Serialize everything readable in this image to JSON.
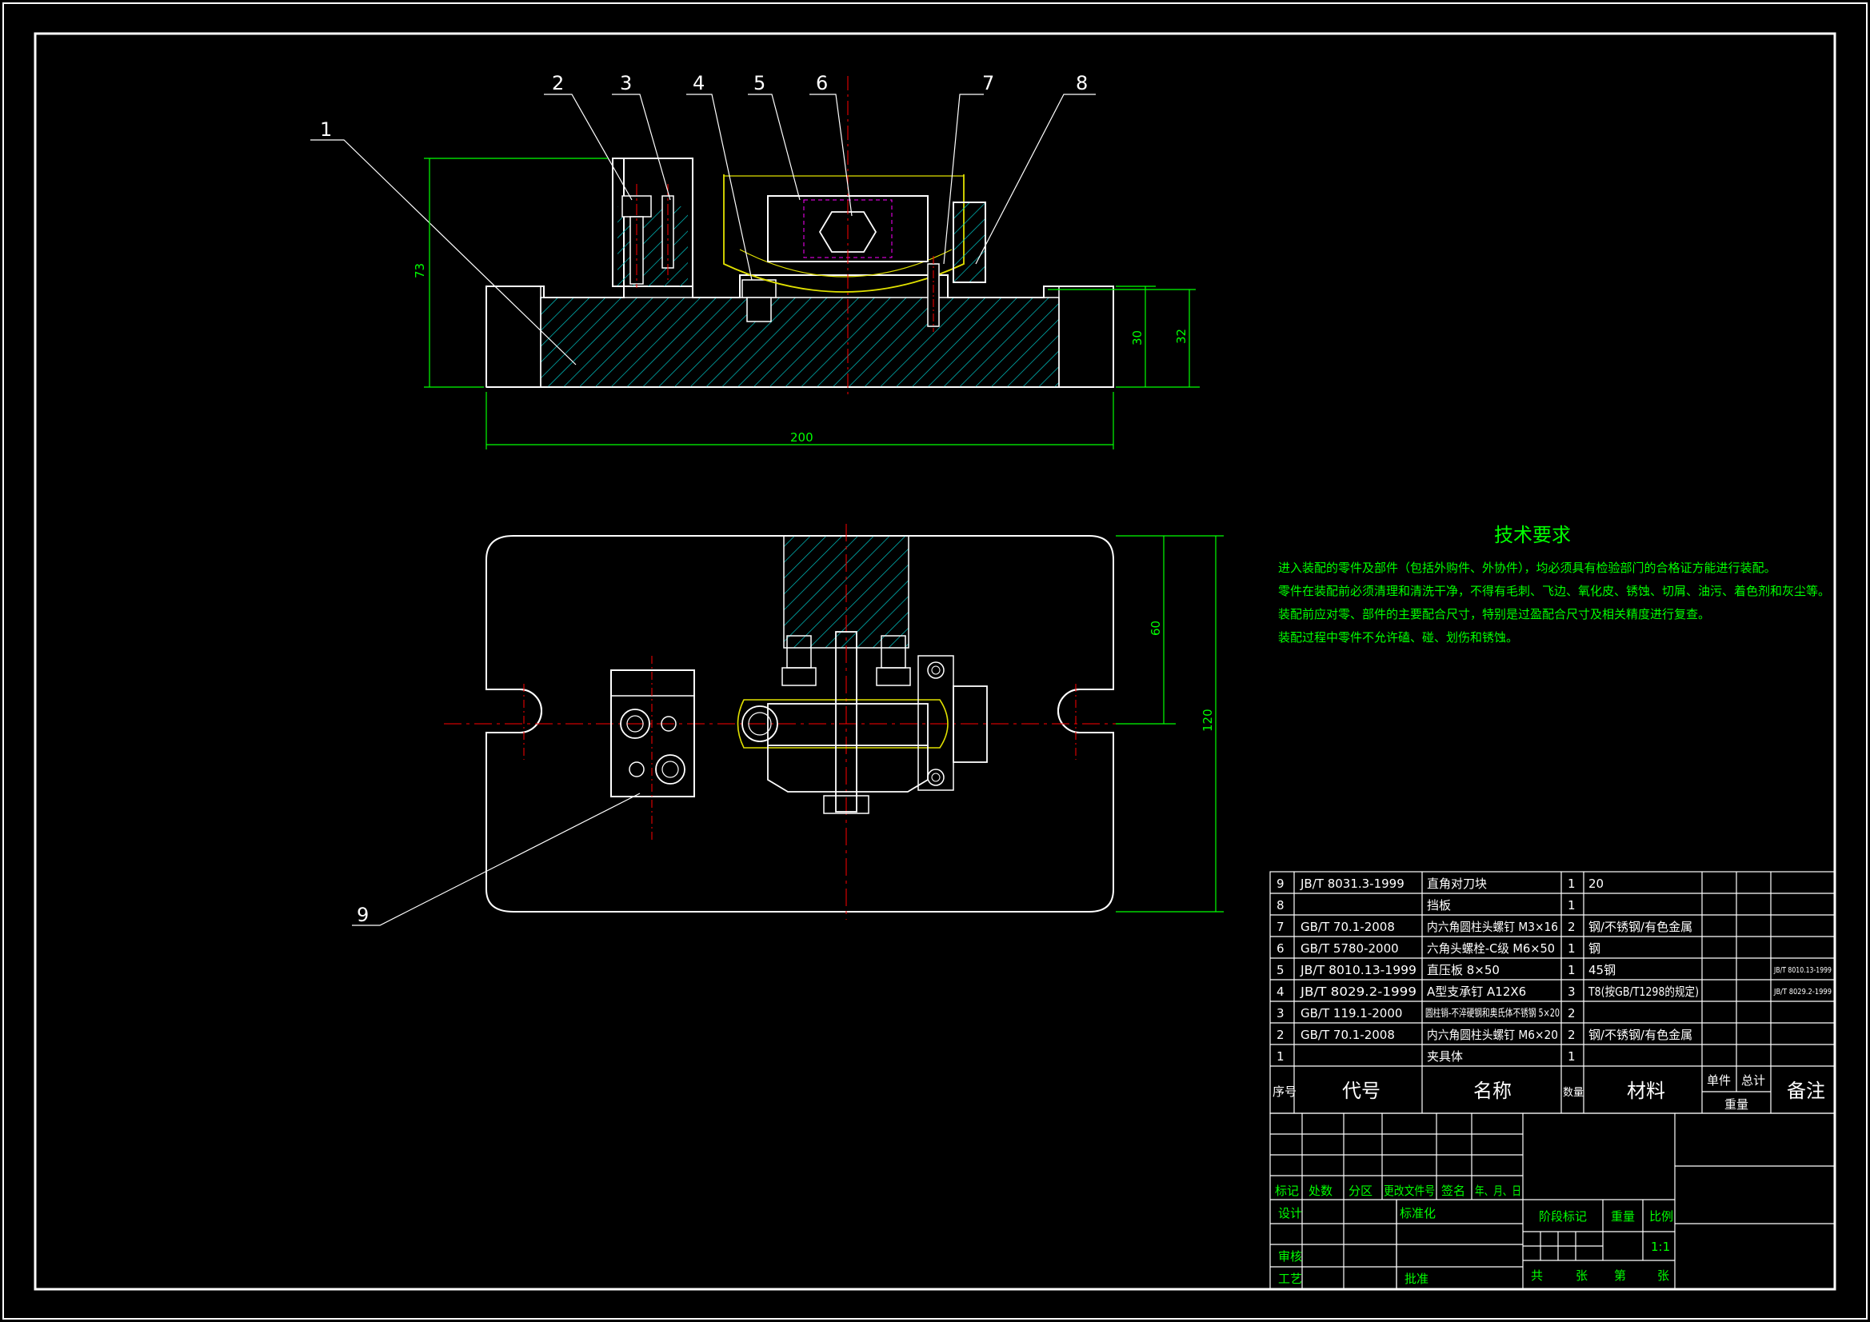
{
  "colors": {
    "background": "#000000",
    "outline": "#ffffff",
    "hatch": "#00c8c8",
    "centerline": "#ff0000",
    "dimension": "#00ff00",
    "hidden": "#ff00ff",
    "yellow": "#e0e000",
    "text_green": "#00ff00"
  },
  "balloons": [
    "1",
    "2",
    "3",
    "4",
    "5",
    "6",
    "7",
    "8",
    "9"
  ],
  "dimensions": {
    "height_total": "73",
    "base_height": "30",
    "base_height2": "32",
    "length": "200",
    "half_width": "60",
    "width": "120"
  },
  "tech_requirements": {
    "title": "技术要求",
    "lines": [
      "进入装配的零件及部件（包括外购件、外协件），均必须具有检验部门的合格证方能进行装配。",
      "零件在装配前必须清理和清洗干净，不得有毛刺、飞边、氧化皮、锈蚀、切屑、油污、着色剂和灰尘等。",
      "装配前应对零、部件的主要配合尺寸，特别是过盈配合尺寸及相关精度进行复查。",
      "装配过程中零件不允许磕、碰、划伤和锈蚀。"
    ]
  },
  "bom": {
    "headers": {
      "seq": "序号",
      "code": "代号",
      "name": "名称",
      "qty": "数量",
      "material": "材料",
      "single": "单件",
      "total": "总计",
      "weight": "重量",
      "remark": "备注"
    },
    "rows": [
      {
        "seq": "9",
        "code": "JB/T 8031.3-1999",
        "name": "直角对刀块",
        "qty": "1",
        "material": "20",
        "remark": ""
      },
      {
        "seq": "8",
        "code": "",
        "name": "挡板",
        "qty": "1",
        "material": "",
        "remark": ""
      },
      {
        "seq": "7",
        "code": "GB/T 70.1-2008",
        "name": "内六角圆柱头螺钉 M3×16",
        "qty": "2",
        "material": "钢/不锈钢/有色金属",
        "remark": ""
      },
      {
        "seq": "6",
        "code": "GB/T 5780-2000",
        "name": "六角头螺栓-C级 M6×50",
        "qty": "1",
        "material": "钢",
        "remark": ""
      },
      {
        "seq": "5",
        "code": "JB/T 8010.13-1999",
        "name": "直压板 8×50",
        "qty": "1",
        "material": "45钢",
        "remark": "JB/T 8010.13-1999"
      },
      {
        "seq": "4",
        "code": "JB/T 8029.2-1999",
        "name": "A型支承钉 A12X6",
        "qty": "3",
        "material": "T8(按GB/T1298的规定)",
        "remark": "JB/T 8029.2-1999"
      },
      {
        "seq": "3",
        "code": "GB/T 119.1-2000",
        "name": "圆柱销-不淬硬钢和奥氏体不锈钢 5×20",
        "qty": "2",
        "material": "",
        "remark": ""
      },
      {
        "seq": "2",
        "code": "GB/T 70.1-2008",
        "name": "内六角圆柱头螺钉 M6×20",
        "qty": "2",
        "material": "钢/不锈钢/有色金属",
        "remark": ""
      },
      {
        "seq": "1",
        "code": "",
        "name": "夹具体",
        "qty": "1",
        "material": "",
        "remark": ""
      }
    ]
  },
  "title_block": {
    "mark": "标记",
    "count": "处数",
    "zone": "分区",
    "change_doc": "更改文件号",
    "signature": "签名",
    "date": "年、月、日",
    "design": "设计",
    "standardize": "标准化",
    "stage_mark": "阶段标记",
    "weight": "重量",
    "scale": "比例",
    "scale_value": "1:1",
    "review": "审核",
    "process": "工艺",
    "approve": "批准",
    "sheets_total": "共",
    "sheets_word": "张",
    "sheet_no": "第",
    "sheet_word": "张"
  }
}
